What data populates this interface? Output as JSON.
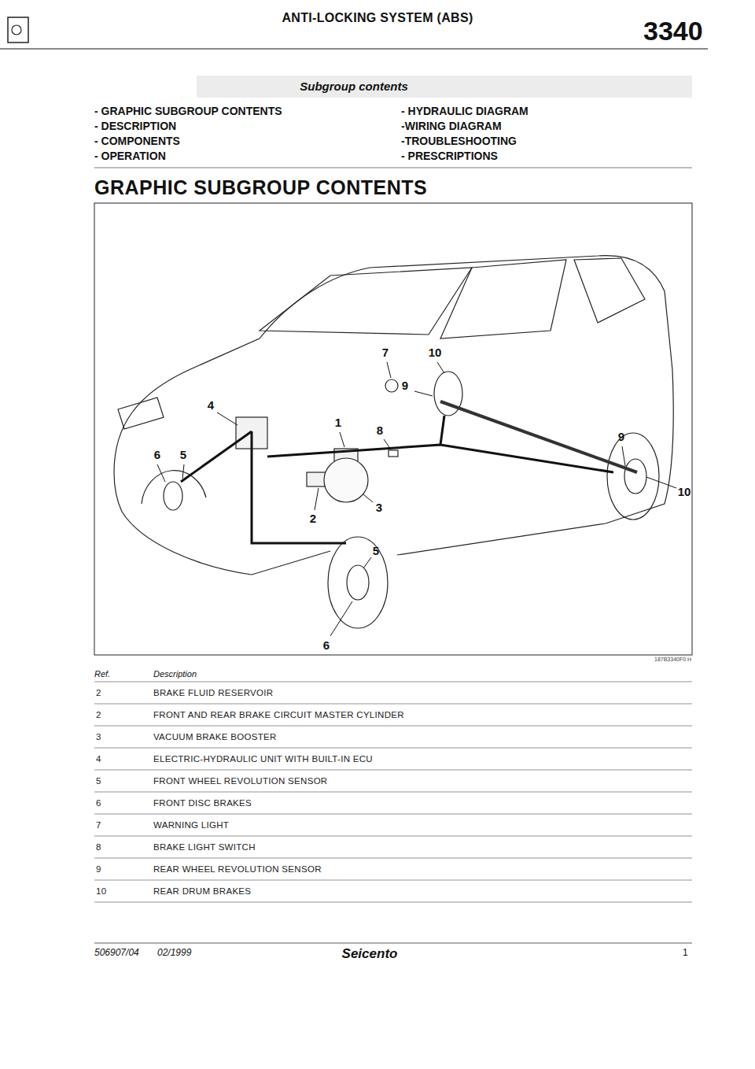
{
  "diagram": {
    "title": "ANTI-LOCKING SYSTEM (ABS)",
    "labels": [
      "3340",
      "Subgroup contents",
      "- GRAPHIC SUBGROUP CONTENTS",
      "- DESCRIPTION",
      "- COMPONENTS",
      "- OPERATION",
      "- HYDRAULIC DIAGRAM",
      "-WIRING DIAGRAM",
      "-TROUBLESHOOTING",
      "- PRESCRIPTIONS",
      "GRAPHIC SUBGROUP CONTENTS",
      "7",
      "10",
      "9",
      "4",
      "1",
      "8",
      "9",
      "6",
      "5",
      "10",
      "3",
      "2",
      "5",
      "6",
      "187B3340F0 H",
      "Ref.",
      "Description",
      "2",
      "BRAKE FLUID RESERVOIR",
      "2",
      "FRONT AND REAR BRAKE CIRCUIT MASTER CYLINDER",
      "3",
      "VACUUM BRAKE BOOSTER",
      "4",
      "ELECTRIC-HYDRAULIC UNIT WITH BUILT-IN ECU",
      "5",
      "FRONT WHEEL REVOLUTION SENSOR",
      "6",
      "FRONT DISC BRAKES",
      "7",
      "WARNING LIGHT",
      "8",
      "BRAKE LIGHT SWITCH",
      "9",
      "REAR WHEEL REVOLUTION SENSOR",
      "10",
      "REAR DRUM BRAKES",
      "506907/04",
      "02/1999",
      "Seicento",
      "1"
    ]
  }
}
